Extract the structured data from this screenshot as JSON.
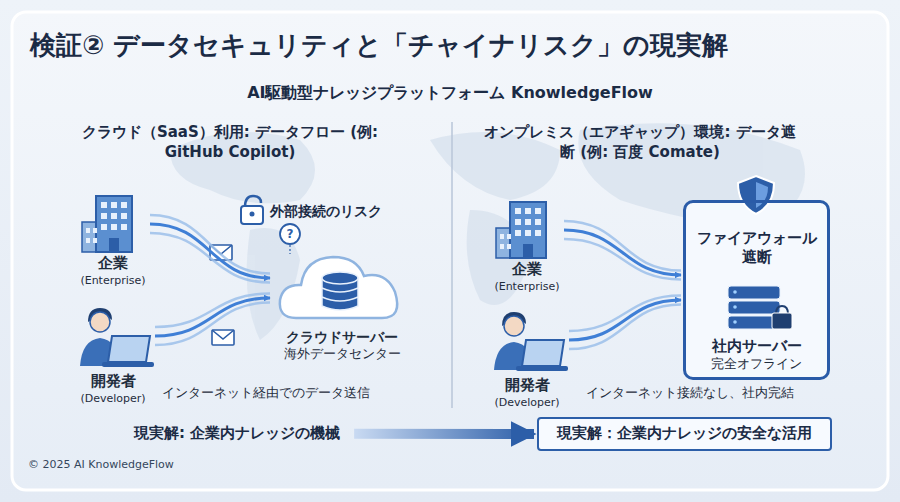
{
  "diagram": {
    "title": "検証② データセキュリティと「チャイナリスク」の現実解",
    "nodes": [
      {
        "text": [
          "企業",
          "(Enterprise)"
        ]
      },
      {
        "text": [
          "開発者",
          "(Developer)"
        ]
      },
      {
        "text": [
          "クラウドサーバー",
          "海外データセンター"
        ]
      },
      {
        "text": [
          "企業",
          "(Enterprise)"
        ]
      },
      {
        "text": [
          "開発者",
          "(Developer)"
        ]
      },
      {
        "text": [
          "ファイアウォール 遮断",
          "社内サーバー",
          "完全オフライン"
        ]
      },
      {
        "text": [
          "現実解: 企業内ナレッジの機械"
        ]
      },
      {
        "text": [
          "現実解：企業内ナレッジの安全な活用"
        ]
      }
    ],
    "edges": [
      {
        "from": 0,
        "to": 2,
        "arrow": "to"
      },
      {
        "from": 1,
        "to": 2,
        "arrow": "to"
      },
      {
        "from": 3,
        "to": 5,
        "arrow": "to"
      },
      {
        "from": 4,
        "to": 5,
        "arrow": "to"
      },
      {
        "from": 6,
        "to": 7,
        "arrow": "to"
      }
    ],
    "labels": [
      "AI駆動型ナレッジプラットフォーム KnowledgeFlow",
      "クラウド（SaaS）利用: データフロー (例: GitHub Copilot)",
      "外部接続のリスク",
      "?",
      "インターネット経由でのデータ送信",
      "オンプレミス（エアギャップ）環境: データ遮断 (例: 百度 Comate)",
      "インターネット接続なし、社内完結",
      "© 2025 AI KnowledgeFlow"
    ]
  }
}
